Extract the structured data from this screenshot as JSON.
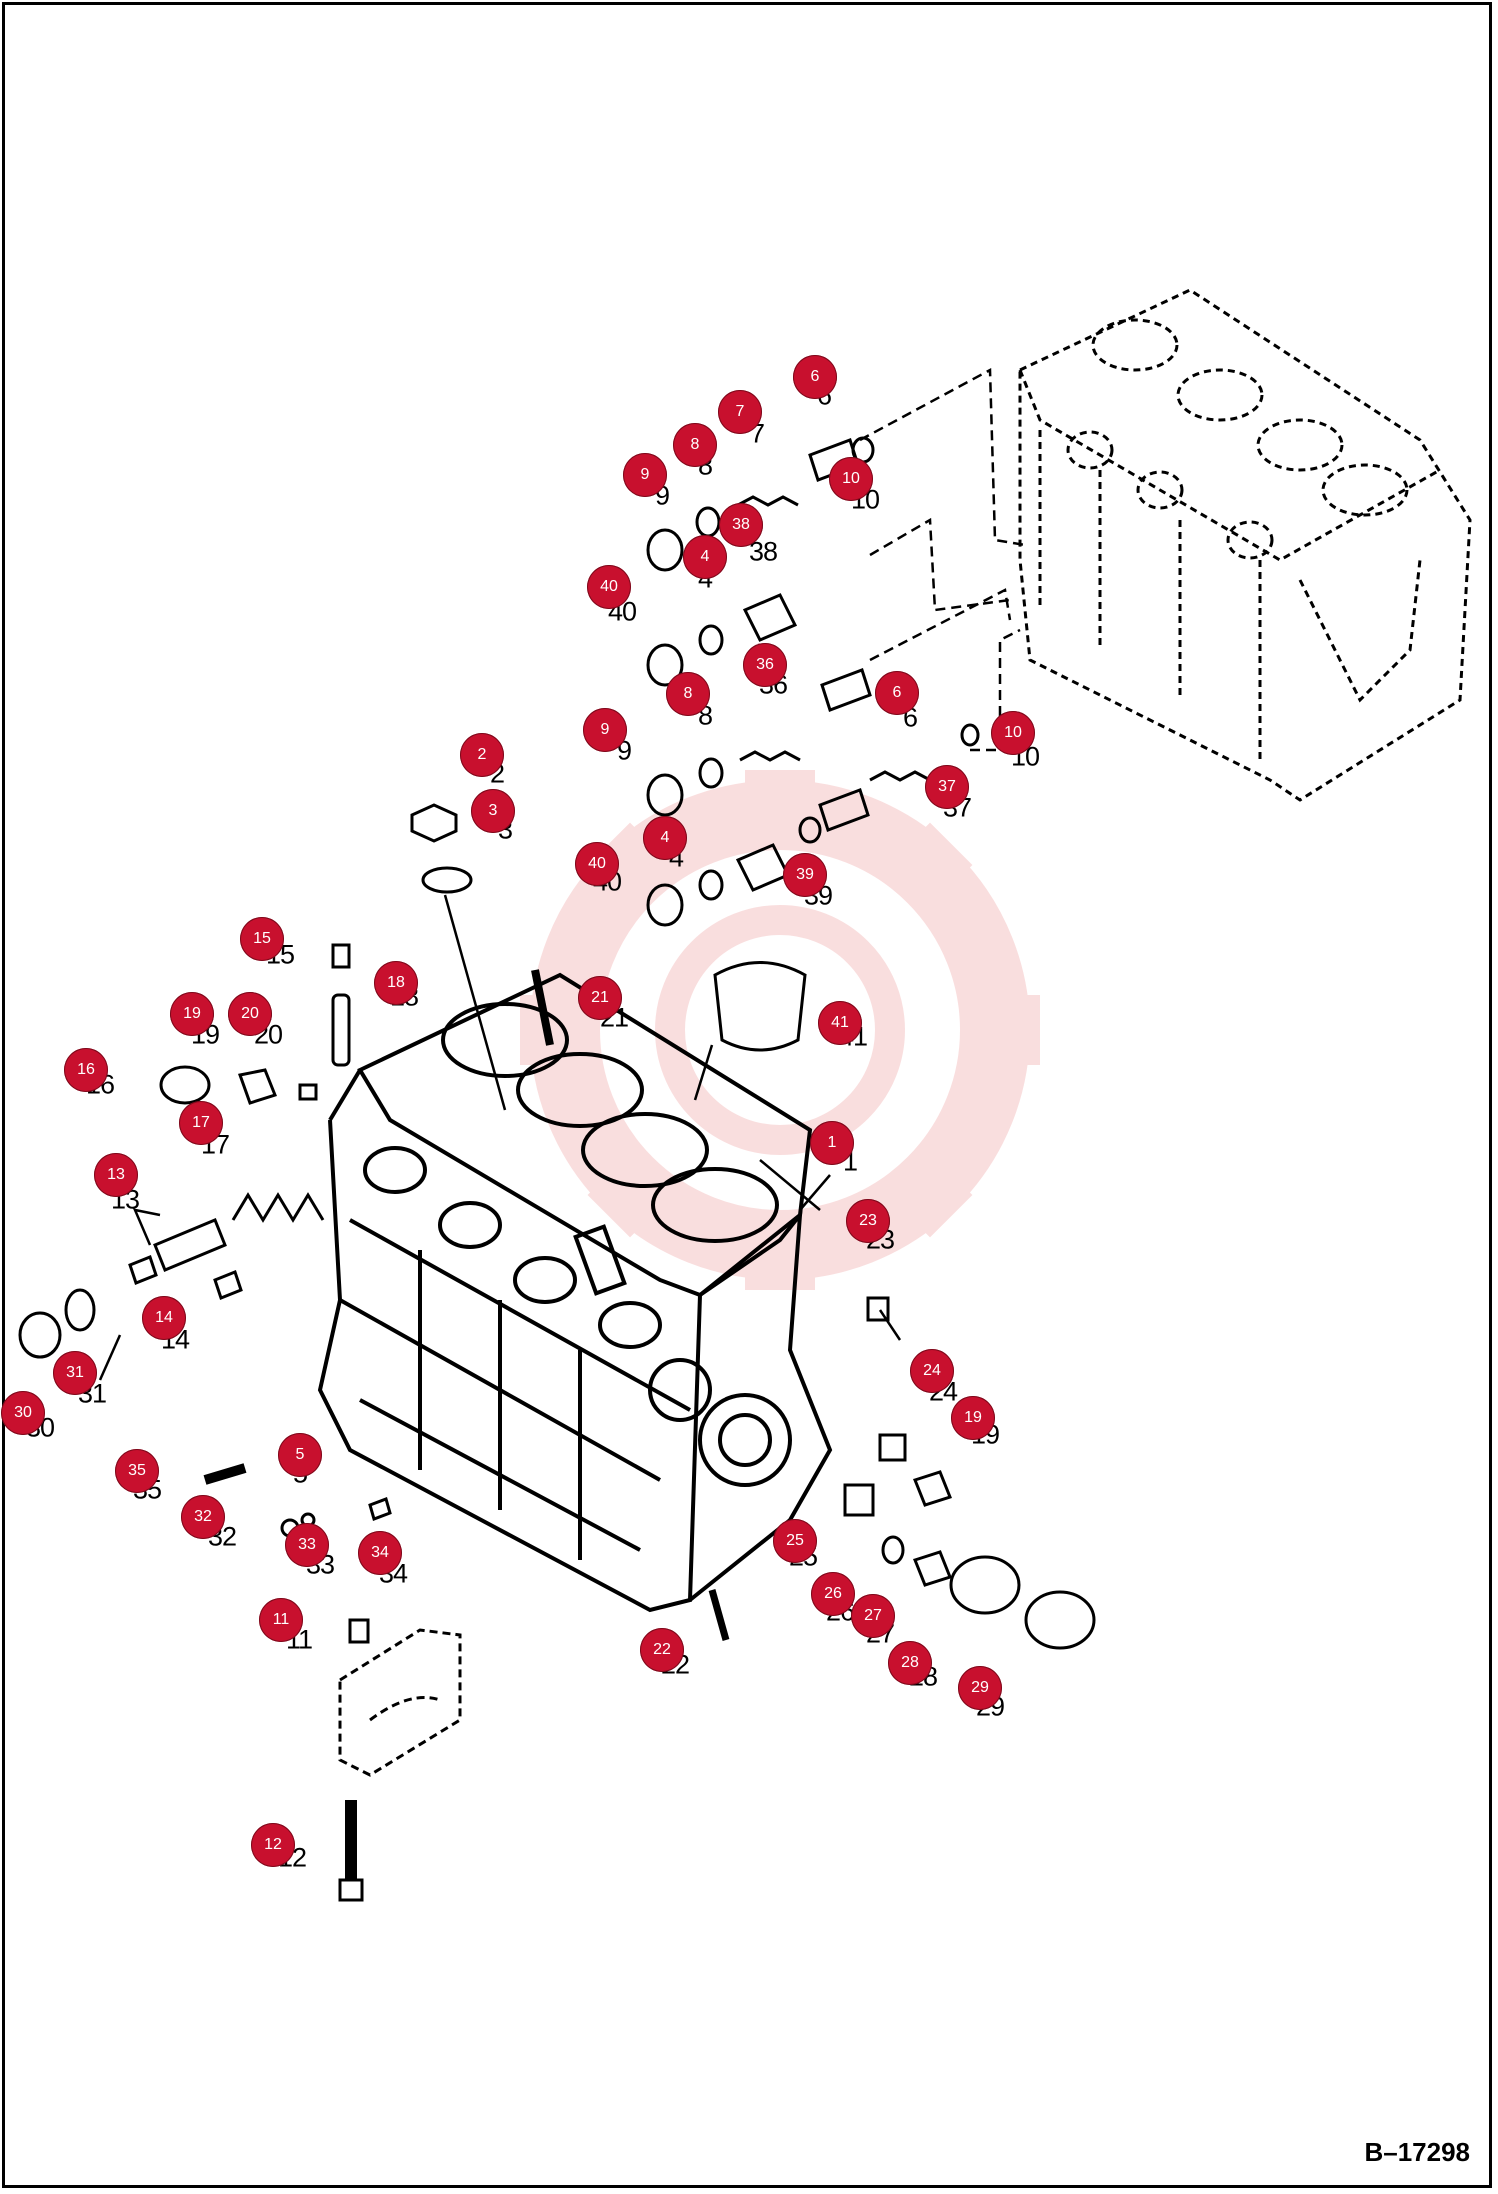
{
  "diagram": {
    "drawing_id": "B–17298",
    "parts": [
      {
        "id": "1",
        "label": "1"
      },
      {
        "id": "2",
        "label": "2"
      },
      {
        "id": "3",
        "label": "3"
      },
      {
        "id": "4a",
        "label": "4"
      },
      {
        "id": "4b",
        "label": "4"
      },
      {
        "id": "5",
        "label": "5"
      },
      {
        "id": "6a",
        "label": "6"
      },
      {
        "id": "6b",
        "label": "6"
      },
      {
        "id": "7",
        "label": "7"
      },
      {
        "id": "8a",
        "label": "8"
      },
      {
        "id": "8b",
        "label": "8"
      },
      {
        "id": "9a",
        "label": "9"
      },
      {
        "id": "9b",
        "label": "9"
      },
      {
        "id": "10a",
        "label": "10"
      },
      {
        "id": "10b",
        "label": "10"
      },
      {
        "id": "11",
        "label": "11"
      },
      {
        "id": "12",
        "label": "12"
      },
      {
        "id": "13",
        "label": "13"
      },
      {
        "id": "14",
        "label": "14"
      },
      {
        "id": "15",
        "label": "15"
      },
      {
        "id": "16",
        "label": "16"
      },
      {
        "id": "17",
        "label": "17"
      },
      {
        "id": "18",
        "label": "18"
      },
      {
        "id": "19a",
        "label": "19"
      },
      {
        "id": "19b",
        "label": "19"
      },
      {
        "id": "20",
        "label": "20"
      },
      {
        "id": "21",
        "label": "21"
      },
      {
        "id": "22",
        "label": "22"
      },
      {
        "id": "23",
        "label": "23"
      },
      {
        "id": "24",
        "label": "24"
      },
      {
        "id": "25",
        "label": "25"
      },
      {
        "id": "26",
        "label": "26"
      },
      {
        "id": "27",
        "label": "27"
      },
      {
        "id": "28",
        "label": "28"
      },
      {
        "id": "29",
        "label": "29"
      },
      {
        "id": "30",
        "label": "30"
      },
      {
        "id": "31",
        "label": "31"
      },
      {
        "id": "32",
        "label": "32"
      },
      {
        "id": "33",
        "label": "33"
      },
      {
        "id": "34",
        "label": "34"
      },
      {
        "id": "35",
        "label": "35"
      },
      {
        "id": "36",
        "label": "36"
      },
      {
        "id": "37",
        "label": "37"
      },
      {
        "id": "38",
        "label": "38"
      },
      {
        "id": "39",
        "label": "39"
      },
      {
        "id": "40a",
        "label": "40"
      },
      {
        "id": "40b",
        "label": "40"
      },
      {
        "id": "41",
        "label": "41"
      }
    ]
  },
  "colors": {
    "badge": "#c8102e",
    "ink": "#000000",
    "watermark": "#f6c9c9"
  }
}
